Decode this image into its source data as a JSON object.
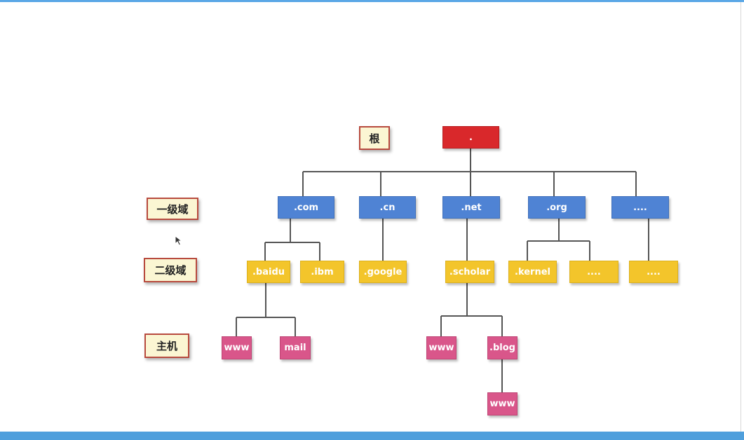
{
  "labels": {
    "root": "根",
    "tld": "一级域",
    "sld": "二级域",
    "host": "主机"
  },
  "nodes": {
    "root": ".",
    "com": ".com",
    "cn": ".cn",
    "net": ".net",
    "org": ".org",
    "more_tld": "....",
    "baidu": ".baidu",
    "ibm": ".ibm",
    "google": ".google",
    "scholar": ".scholar",
    "kernel": ".kernel",
    "more_sld_1": "....",
    "more_sld_2": "....",
    "www_baidu": "www",
    "mail_baidu": "mail",
    "www_scholar": "www",
    "blog_scholar": ".blog",
    "www_blog": "www"
  },
  "colors": {
    "root": "#d9282b",
    "tld": "#4f83d4",
    "sld": "#f3c52b",
    "host": "#d9568a",
    "label_bg": "#fbf6d3",
    "label_border": "#b84a3e"
  }
}
